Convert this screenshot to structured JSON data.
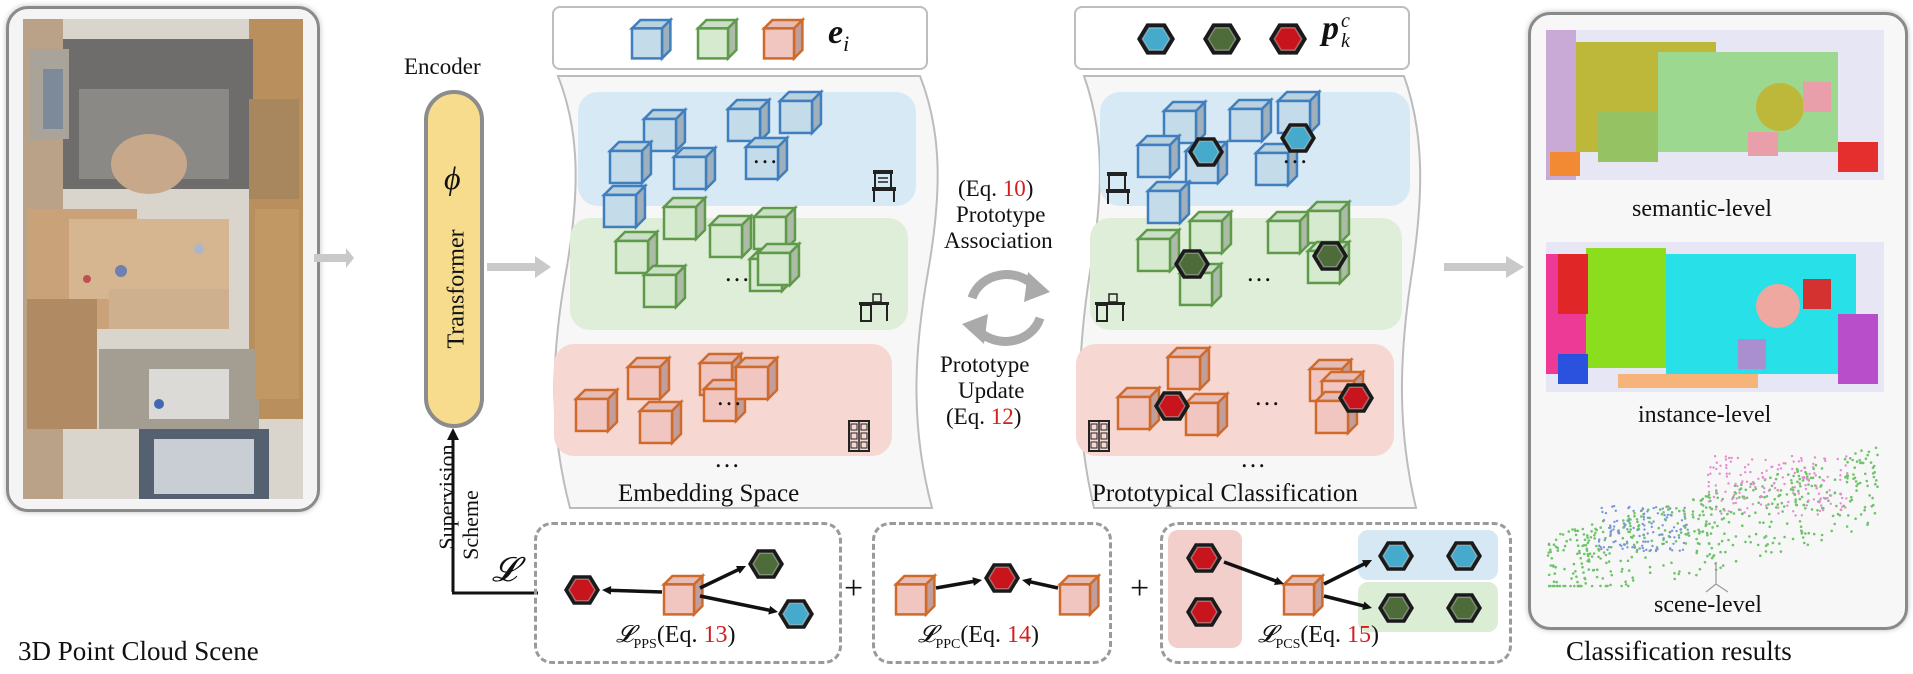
{
  "input": {
    "caption": "3D Point Cloud Scene"
  },
  "encoder": {
    "title": "Encoder",
    "block_label": "Transformer",
    "symbol": "ϕ"
  },
  "supervision": {
    "label_line1": "Supervision",
    "label_line2": "Scheme",
    "loss_symbol": "𝓛"
  },
  "embedding": {
    "header_symbol": "e",
    "header_sub": "i",
    "dots": "…",
    "bottom_dots": "…",
    "caption": "Embedding Space"
  },
  "association": {
    "eq10_prefix": "(Eq. ",
    "eq10_num": "10",
    "eq10_suffix": ")",
    "line1": "Prototype",
    "line2": "Association",
    "update_line1": "Prototype",
    "update_line2": "Update",
    "eq12_prefix": "(Eq. ",
    "eq12_num": "12",
    "eq12_suffix": ")"
  },
  "prototypes": {
    "header_symbol": "p",
    "header_sub": "k",
    "header_sup": "c",
    "dots": "…",
    "bottom_dots": "…",
    "caption": "Prototypical Classification"
  },
  "losses": {
    "pps_sym": "𝓛",
    "pps_sub": "PPS",
    "pps_eq_prefix": "(Eq. ",
    "pps_eq_num": "13",
    "pps_eq_suffix": ")",
    "ppc_sym": "𝓛",
    "ppc_sub": "PPC",
    "ppc_eq_prefix": "(Eq. ",
    "ppc_eq_num": "14",
    "ppc_eq_suffix": ")",
    "pcs_sym": "𝓛",
    "pcs_sub": "PCS",
    "pcs_eq_prefix": "(Eq. ",
    "pcs_eq_num": "15",
    "pcs_eq_suffix": ")",
    "plus1": "+",
    "plus2": "+"
  },
  "results": {
    "semantic": "semantic-level",
    "instance": "instance-level",
    "scene": "scene-level",
    "caption": "Classification results"
  },
  "colors": {
    "blue_face": "#c4dcea",
    "blue_edge": "#3f7fbf",
    "green_face": "#d6ead0",
    "green_edge": "#5e9a4a",
    "red_face": "#f2c6c0",
    "red_edge": "#d06a2a",
    "proto_blue": "#45aacb",
    "proto_green": "#4e6b3a",
    "proto_red": "#c8141c",
    "eq_red": "#d21e1e",
    "transformer": "#f6dc8c"
  }
}
